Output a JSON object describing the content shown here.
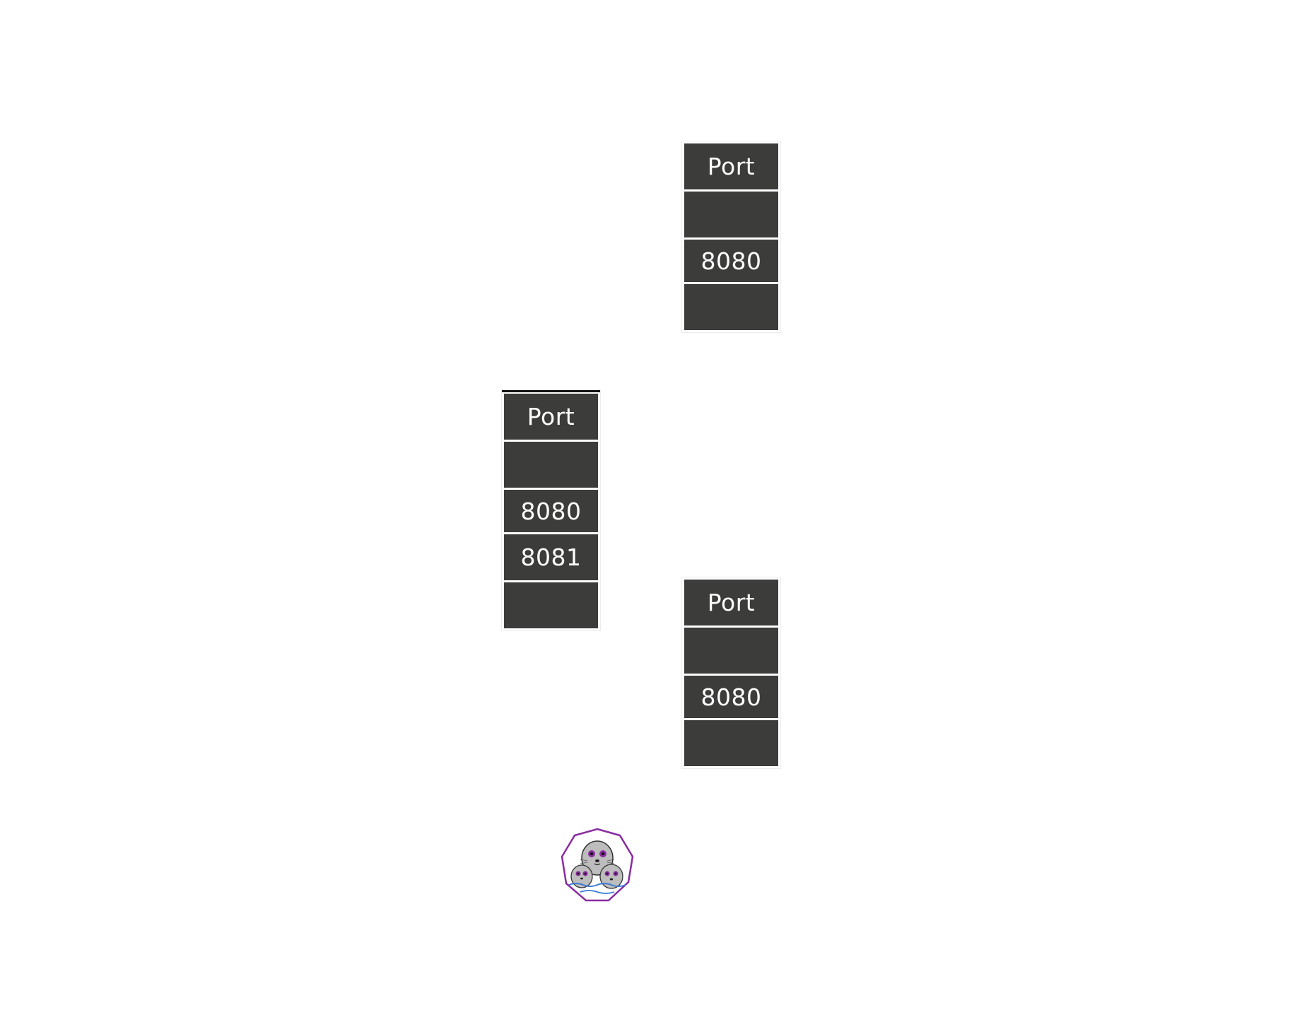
{
  "tables": {
    "top": {
      "header": "Port",
      "rows": [
        "",
        "8080",
        ""
      ]
    },
    "left": {
      "header": "Port",
      "rows": [
        "",
        "8080",
        "8081",
        ""
      ]
    },
    "bottom": {
      "header": "Port",
      "rows": [
        "",
        "8080",
        ""
      ]
    }
  },
  "logo": {
    "icon": "podman-seals-icon",
    "accent_color": "#892ca0"
  },
  "colors": {
    "cell_background": "#3c3c3b",
    "cell_text": "#ffffff",
    "selected_border": "#111111"
  }
}
